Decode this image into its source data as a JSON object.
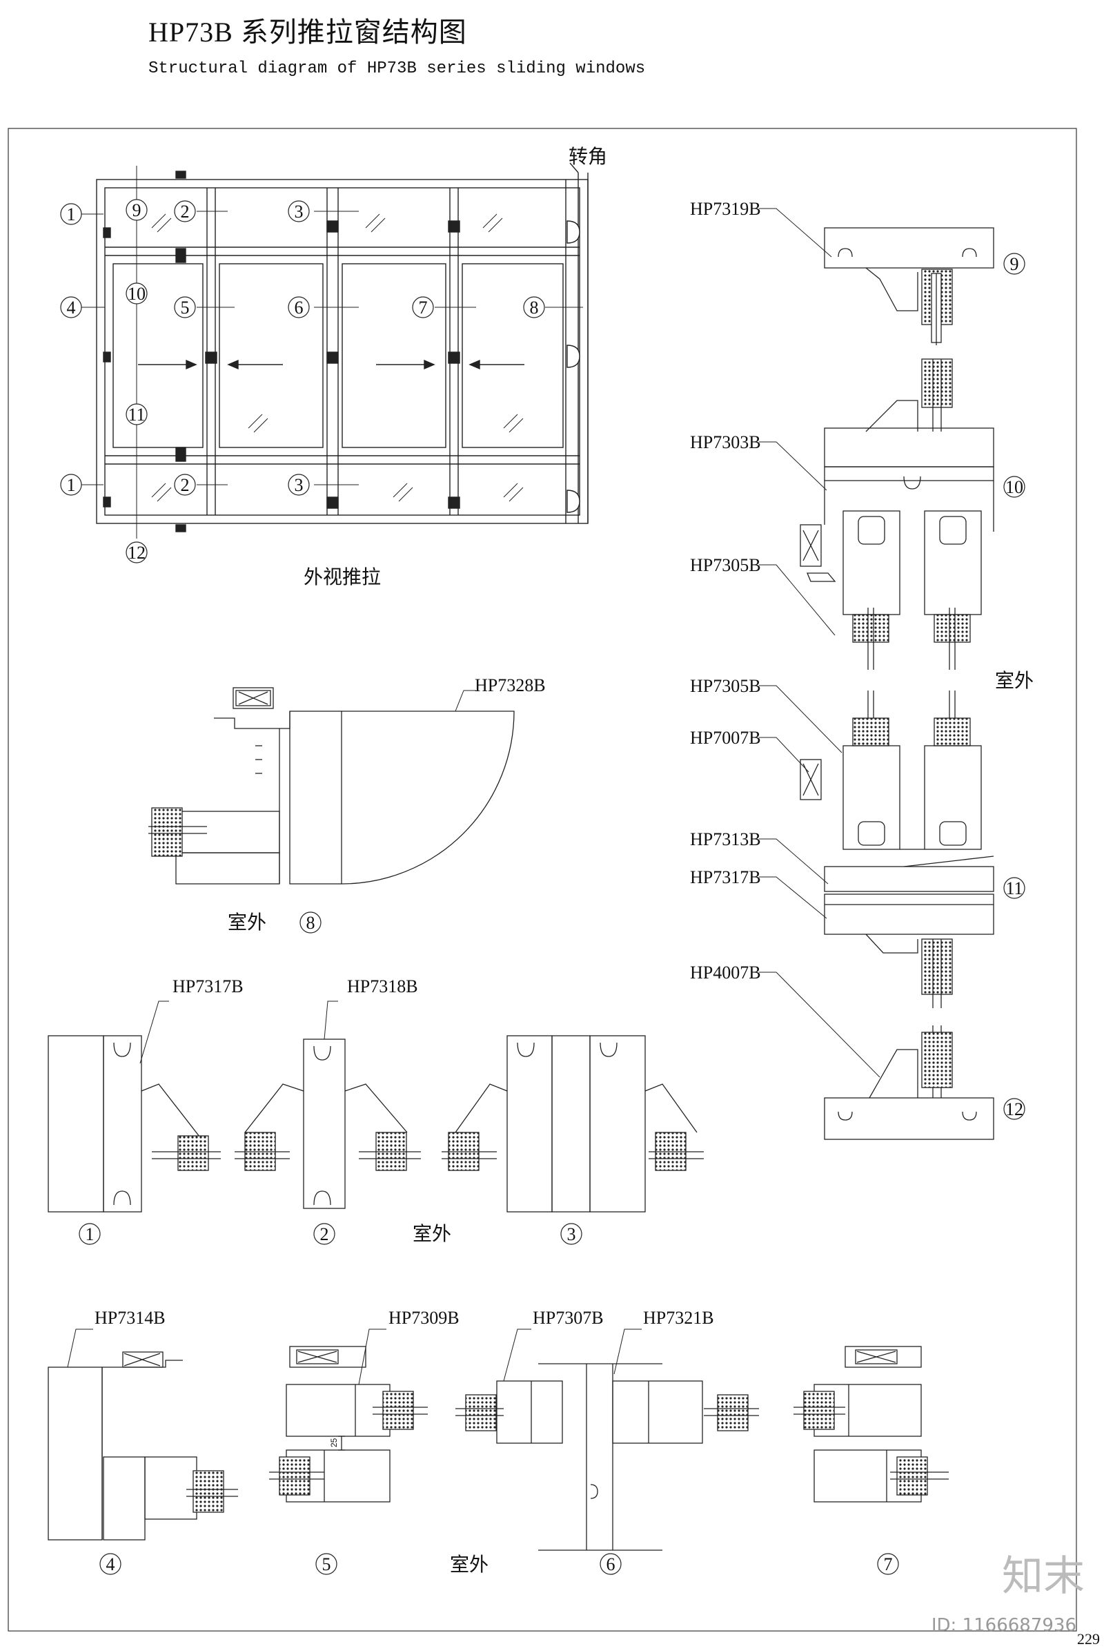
{
  "title": {
    "cn": "HP73B  系列推拉窗结构图",
    "en": "Structural diagram of HP73B series sliding windows"
  },
  "elevation": {
    "corner_label": "转角",
    "caption": "外视推拉",
    "markers": [
      "1",
      "9",
      "2",
      "3",
      "4",
      "10",
      "5",
      "6",
      "7",
      "8",
      "11",
      "1",
      "2",
      "3",
      "12"
    ]
  },
  "profiles": {
    "p9": "HP7319B",
    "p10": "HP7303B",
    "p10b": "HP7305B",
    "p11a": "HP7305B",
    "p11b": "HP7007B",
    "p11c": "HP7313B",
    "p11d": "HP7317B",
    "p12": "HP4007B",
    "p8": "HP7328B",
    "p1": "HP7317B",
    "p2": "HP7318B",
    "p4": "HP7314B",
    "p5": "HP7309B",
    "p6a": "HP7307B",
    "p6b": "HP7321B"
  },
  "section_labels": {
    "s9": "9",
    "s10": "10",
    "s11": "11",
    "s12": "12",
    "s8": "8",
    "s1": "1",
    "s2": "2",
    "s3": "3",
    "s4": "4",
    "s5": "5",
    "s6": "6",
    "s7": "7"
  },
  "outside_label": "室外",
  "dimension_25": "25",
  "watermark": "知末",
  "image_id": "ID: 1166687936",
  "page_number": "229"
}
